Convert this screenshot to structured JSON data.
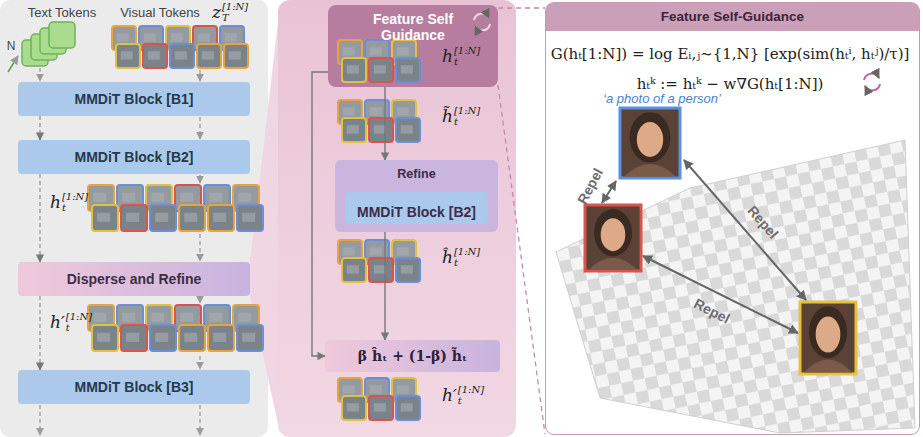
{
  "diagram": {
    "nodes": [
      {
        "text": [
          "MMDiT Block [B1]"
        ]
      },
      {
        "text": [
          "MMDiT Block [B2]"
        ]
      },
      {
        "text": [
          "Disperse and Refine"
        ]
      },
      {
        "text": [
          "MMDiT Block [B3]"
        ]
      },
      {
        "text": [
          "Feature Self Guidance"
        ]
      },
      {
        "text": [
          "Refine"
        ]
      },
      {
        "text": [
          "MMDiT Block [B2]"
        ],
        "in": 5
      },
      {
        "text": [
          "β ĥₜ + (1-β) h̃ₜ"
        ]
      },
      {
        "text": [
          "Feature Self-Guidance"
        ]
      }
    ],
    "edges": [
      {
        "from": 0,
        "to": 1,
        "arrow": "to"
      },
      {
        "from": 1,
        "to": 2,
        "arrow": "to"
      },
      {
        "from": 2,
        "to": 3,
        "arrow": "to"
      },
      {
        "from": 4,
        "to": 5,
        "arrow": "to"
      },
      {
        "from": 5,
        "to": 7,
        "arrow": "to"
      },
      {
        "from": 4,
        "to": 7,
        "arrow": "to"
      },
      {
        "from": 4,
        "to": 8,
        "arrow": "none"
      }
    ],
    "labels": [
      "Text Tokens",
      "Visual Tokens",
      "z",
      "T",
      "[1:N]",
      "N",
      "h",
      "t",
      "[1:N]",
      "h′",
      "t",
      "[1:N]",
      "h",
      "t",
      "[1:N]",
      "h̃",
      "t",
      "[1:N]",
      "ĥ",
      "t",
      "[1:N]",
      "h′",
      "t",
      "[1:N]",
      "G(hₜ[1:N]) = log Eᵢ,ⱼ∼{1,N} [exp(sim(hₜⁱ, hₜʲ)/τ)]",
      "hₜᵏ := hₜᵏ − w∇G(hₜ[1:N])",
      "‘a photo of a person’",
      "Repel",
      "Repel",
      "Repel"
    ]
  }
}
